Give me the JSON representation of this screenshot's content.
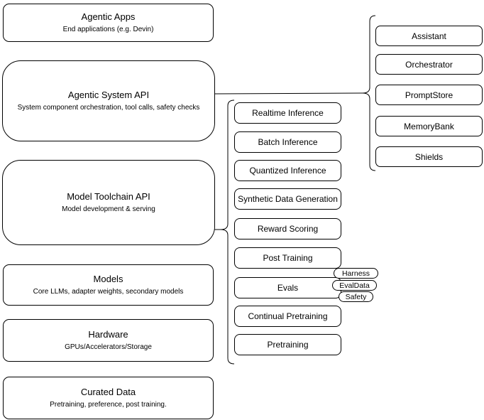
{
  "left_stack": [
    {
      "title": "Agentic Apps",
      "subtitle": "End applications (e.g. Devin)"
    },
    {
      "title": "Agentic System API",
      "subtitle": "System component orchestration, tool calls, safety checks"
    },
    {
      "title": "Model Toolchain API",
      "subtitle": "Model development & serving"
    },
    {
      "title": "Models",
      "subtitle": "Core LLMs, adapter weights, secondary models"
    },
    {
      "title": "Hardware",
      "subtitle": "GPUs/Accelerators/Storage"
    },
    {
      "title": "Curated Data",
      "subtitle": "Pretraining, preference, post training."
    }
  ],
  "toolchain_components": [
    "Realtime Inference",
    "Batch Inference",
    "Quantized Inference",
    "Synthetic Data Generation",
    "Reward Scoring",
    "Post Training",
    "Evals",
    "Continual Pretraining",
    "Pretraining"
  ],
  "evals_tags": [
    "Harness",
    "EvalData",
    "Safety"
  ],
  "system_components": [
    "Assistant",
    "Orchestrator",
    "PromptStore",
    "MemoryBank",
    "Shields"
  ],
  "colors": {
    "stroke": "#000000",
    "fill": "#ffffff",
    "page_background": "#ffffff"
  }
}
